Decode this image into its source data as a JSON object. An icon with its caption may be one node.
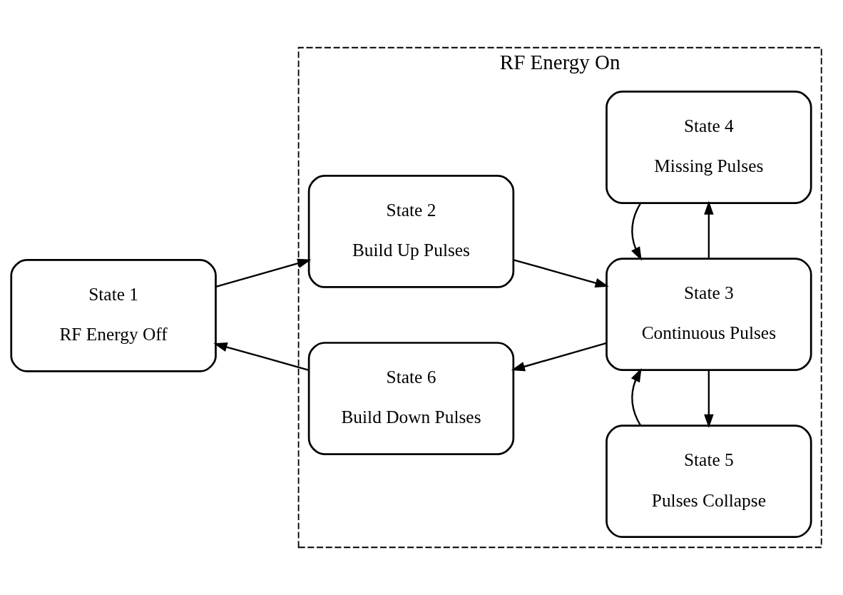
{
  "diagram": {
    "nodes": [
      {
        "text": [
          "RF Energy On"
        ]
      },
      {
        "text": [
          "State 1",
          "RF Energy Off"
        ]
      },
      {
        "text": [
          "State 2",
          "Build Up Pulses"
        ],
        "in": 0
      },
      {
        "text": [
          "State 3",
          "Continuous Pulses"
        ],
        "in": 0
      },
      {
        "text": [
          "State 4",
          "Missing Pulses"
        ],
        "in": 0
      },
      {
        "text": [
          "State 5",
          "Pulses Collapse"
        ],
        "in": 0
      },
      {
        "text": [
          "State 6",
          "Build Down Pulses"
        ],
        "in": 0
      }
    ],
    "edges": [
      {
        "from": 1,
        "to": 2,
        "arrow": "to"
      },
      {
        "from": 2,
        "to": 3,
        "arrow": "to"
      },
      {
        "from": 3,
        "to": 4,
        "arrow": "to"
      },
      {
        "from": 4,
        "to": 3,
        "arrow": "to"
      },
      {
        "from": 3,
        "to": 5,
        "arrow": "to"
      },
      {
        "from": 5,
        "to": 3,
        "arrow": "to"
      },
      {
        "from": 3,
        "to": 6,
        "arrow": "to"
      },
      {
        "from": 6,
        "to": 1,
        "arrow": "to"
      }
    ]
  }
}
